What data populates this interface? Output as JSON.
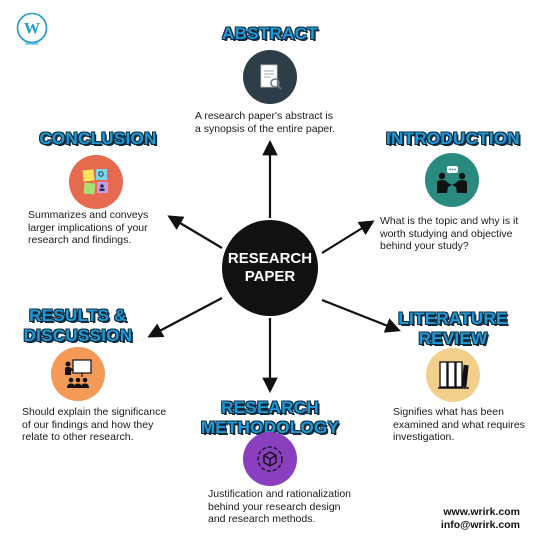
{
  "logo": {
    "mark": "W",
    "label": "WRIRK"
  },
  "center": {
    "line1": "RESEARCH",
    "line2": "PAPER"
  },
  "sections": {
    "abstract": {
      "title": "ABSTRACT",
      "desc": [
        "A research paper's abstract is",
        "a synopsis of the entire paper."
      ],
      "icon": "document-magnifier-icon",
      "color": "#2e3e48"
    },
    "introduction": {
      "title": "INTRODUCTION",
      "desc": [
        "What is the topic and why is it",
        "worth studying and objective",
        "behind your study?"
      ],
      "icon": "handshake-meeting-icon",
      "color": "#2a8a80"
    },
    "literature": {
      "title1": "LITERATURE",
      "title2": "REVIEW",
      "desc": [
        "Signifies what has been",
        "examined and what requires",
        "investigation."
      ],
      "icon": "books-icon",
      "color": "#f3cf8c"
    },
    "methodology": {
      "title1": "RESEARCH",
      "title2": "METHODOLOGY",
      "desc": [
        "Justification and rationalization",
        "behind your research design",
        "and research methods."
      ],
      "icon": "method-cube-icon",
      "color": "#8a3fbf"
    },
    "results": {
      "title1": "RESULTS &",
      "title2": "DISCUSSION",
      "desc": [
        "Should explain the significance",
        "of our findings and how they",
        "relate to other research."
      ],
      "icon": "presentation-icon",
      "color": "#f39a58"
    },
    "conclusion": {
      "title": "CONCLUSION",
      "desc": [
        "Summarizes and conveys",
        "larger implications of your",
        "research and findings."
      ],
      "icon": "sticky-notes-icon",
      "color": "#e56a4e"
    }
  },
  "footer": {
    "web": "www.wrirk.com",
    "email": "info@wrirk.com"
  }
}
